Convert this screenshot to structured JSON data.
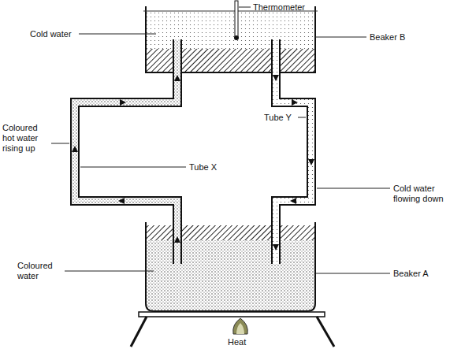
{
  "diagram": {
    "labels": [
      "Thermometer",
      "Cold water",
      "Beaker B",
      "Coloured hot water rising up",
      "Tube X",
      "Tube Y",
      "Cold water flowing down",
      "Coloured water",
      "Beaker A",
      "Heat"
    ]
  }
}
